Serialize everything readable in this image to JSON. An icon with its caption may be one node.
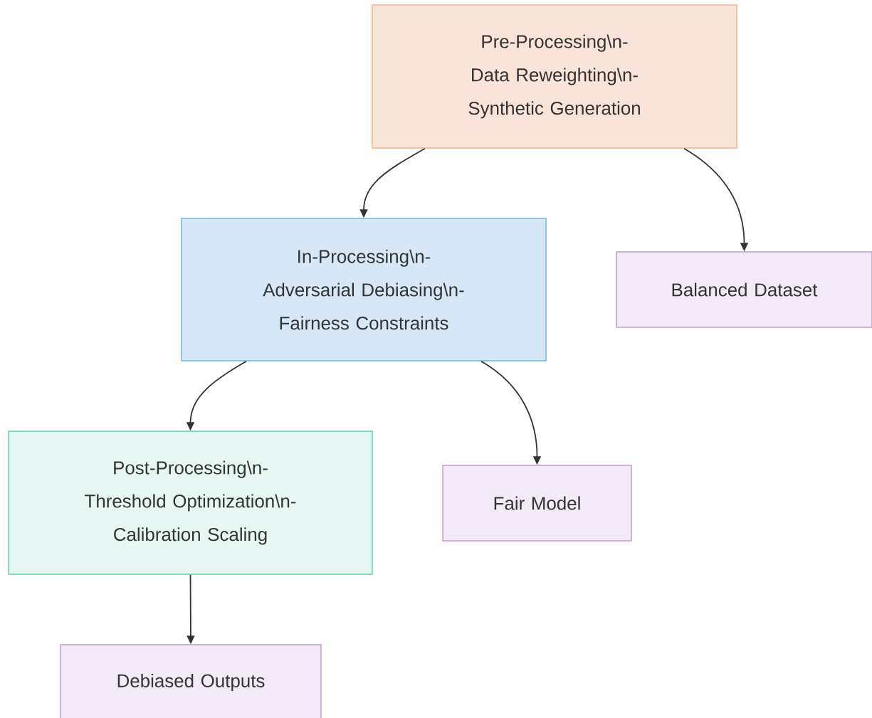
{
  "diagram": {
    "nodes": [
      {
        "text": [
          "Pre-Processing\\n- Data Reweighting\\n- Synthetic Generation"
        ]
      },
      {
        "text": [
          "In-Processing\\n- Adversarial Debiasing\\n- Fairness Constraints"
        ]
      },
      {
        "text": [
          "Balanced Dataset"
        ]
      },
      {
        "text": [
          "Post-Processing\\n- Threshold Optimization\\n- Calibration Scaling"
        ]
      },
      {
        "text": [
          "Fair Model"
        ]
      },
      {
        "text": [
          "Debiased Outputs"
        ]
      }
    ],
    "edges": [
      {
        "from": 0,
        "to": 1,
        "arrow": "to"
      },
      {
        "from": 0,
        "to": 2,
        "arrow": "to"
      },
      {
        "from": 1,
        "to": 3,
        "arrow": "to"
      },
      {
        "from": 1,
        "to": 4,
        "arrow": "to"
      },
      {
        "from": 3,
        "to": 5,
        "arrow": "to"
      }
    ]
  }
}
